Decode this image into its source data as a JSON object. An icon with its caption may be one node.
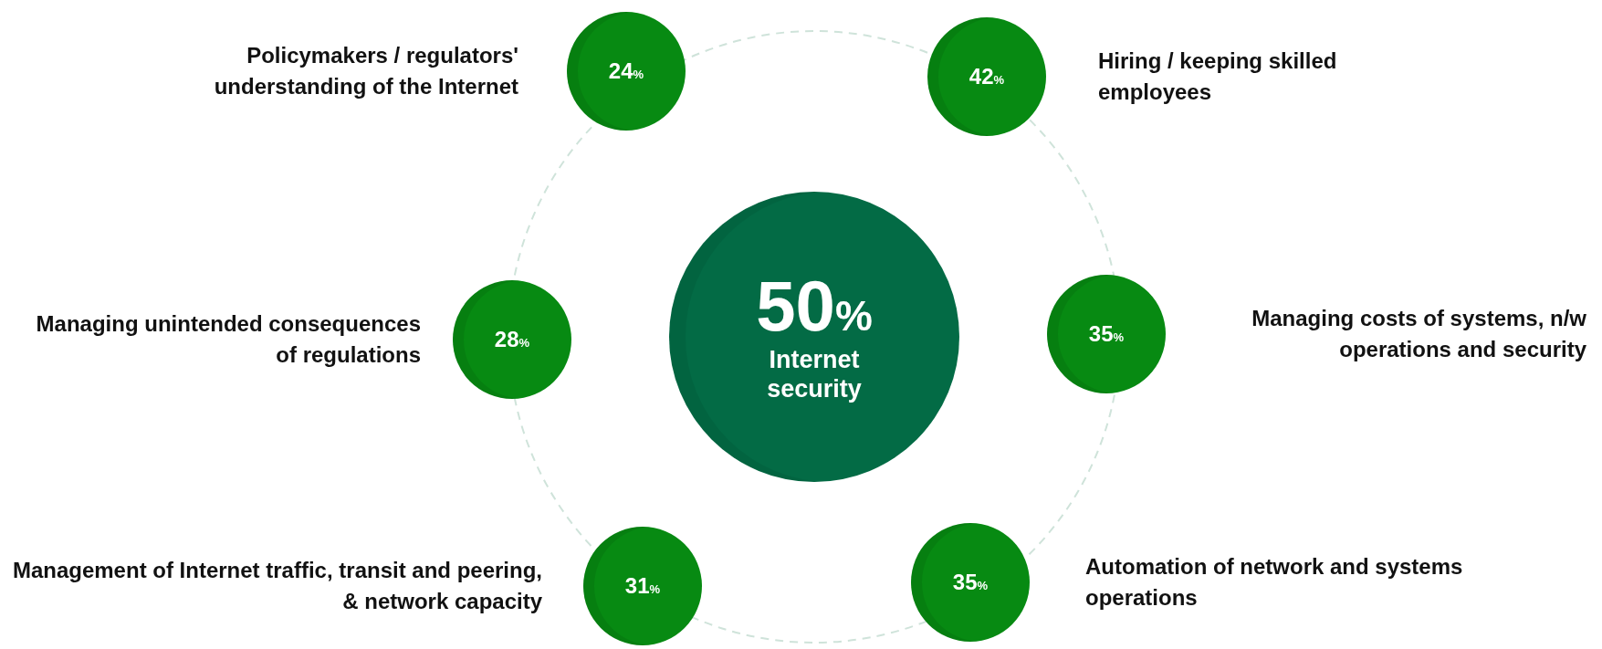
{
  "diagram": {
    "nodes": [
      {
        "text": [
          "50%",
          "Internet security"
        ]
      },
      {
        "text": [
          "24%"
        ],
        "beside": [
          "Policymakers / regulators' understanding of the Internet"
        ]
      },
      {
        "text": [
          "42%"
        ],
        "beside": [
          "Hiring / keeping skilled employees"
        ]
      },
      {
        "text": [
          "28%"
        ],
        "beside": [
          "Managing unintended consequences of regulations"
        ]
      },
      {
        "text": [
          "35%"
        ],
        "beside": [
          "Managing costs of systems, n/w operations and security"
        ]
      },
      {
        "text": [
          "31%"
        ],
        "beside": [
          "Management of Internet traffic, transit and peering, & network capacity"
        ]
      },
      {
        "text": [
          "35%"
        ],
        "beside": [
          "Automation of network and systems operations"
        ]
      }
    ]
  }
}
